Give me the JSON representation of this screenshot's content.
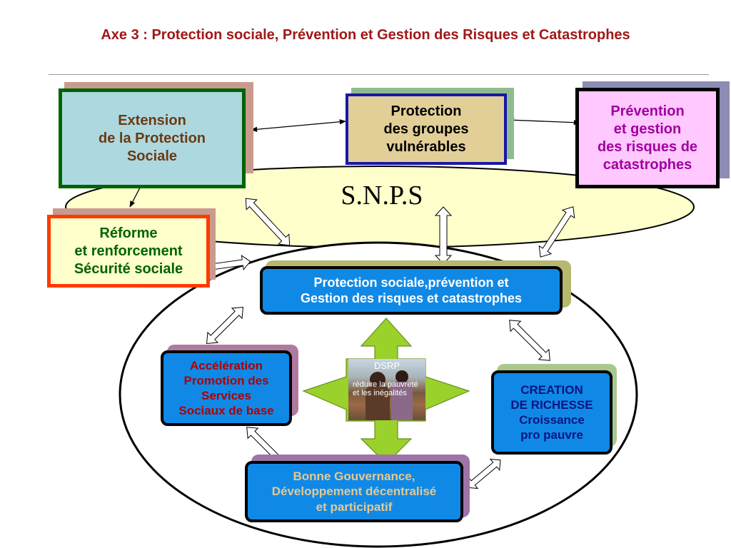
{
  "title": "Axe 3 : Protection sociale, Prévention et Gestion des Risques et Catastrophes",
  "snps_label": "S.N.P.S",
  "boxes": {
    "extension": "Extension\nde la Protection\nSociale",
    "protection_groupes": "Protection\ndes groupes\nvulnérables",
    "prevention": "Prévention\net gestion\ndes risques de\ncatastrophes",
    "reforme": "Réforme\net renforcement\n  Sécurité sociale",
    "central": "Protection sociale,prévention et\nGestion des risques et catastrophes",
    "acceleration": "Accélération\nPromotion des\nServices\nSociaux de base",
    "creation": "CREATION\nDE RICHESSE\nCroissance\npro pauvre",
    "gouvernance": "Bonne Gouvernance,\nDéveloppement décentralisé\net participatif"
  },
  "center_image": {
    "label": "DSRP",
    "caption": "réduire la pauvreté et les inégalités"
  },
  "colors": {
    "title": "#a01818",
    "extension_fill": "#add8e0",
    "extension_border": "#006400",
    "extension_text": "#6b3a12",
    "protection_fill": "#e2cf98",
    "protection_border": "#1818a8",
    "prevention_fill": "#ffc8ff",
    "prevention_text": "#a000a0",
    "reforme_fill": "#ffffcc",
    "reforme_border": "#ff3a00",
    "reforme_text": "#006400",
    "snps_ellipse": "#ffffcc",
    "blue_box": "#1089e6",
    "acceleration_text": "#b00000",
    "creation_text": "#0a1580",
    "gouvernance_text": "#e6c890",
    "green_arrow": "#9ad12a"
  }
}
